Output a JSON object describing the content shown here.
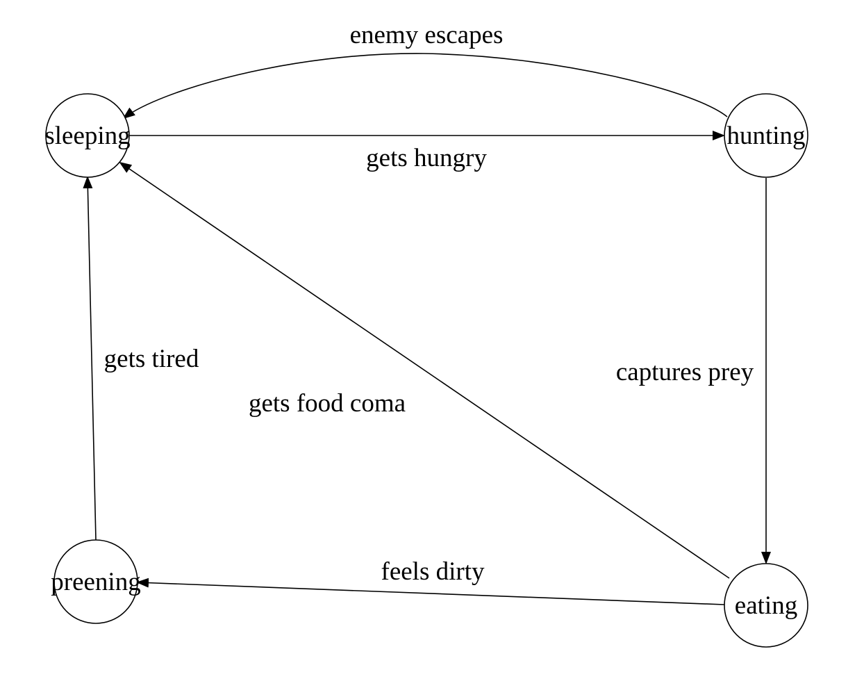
{
  "diagram": {
    "nodes": {
      "sleeping": "sleeping",
      "hunting": "hunting",
      "eating": "eating",
      "preening": "preening"
    },
    "edges": {
      "enemy_escapes": "enemy escapes",
      "gets_hungry": "gets hungry",
      "captures_prey": "captures prey",
      "gets_food_coma": "gets food coma",
      "gets_tired": "gets tired",
      "feels_dirty": "feels dirty"
    },
    "colors": {
      "stroke": "#000000",
      "background": "#ffffff"
    }
  }
}
